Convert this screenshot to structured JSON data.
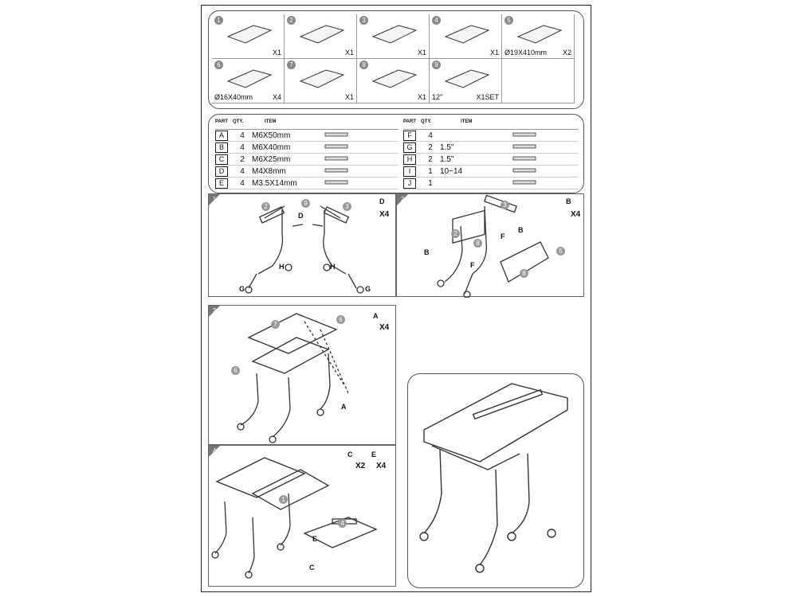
{
  "parts": [
    {
      "num": "1",
      "qty": "X1",
      "dim": ""
    },
    {
      "num": "2",
      "qty": "X1",
      "dim": ""
    },
    {
      "num": "3",
      "qty": "X1",
      "dim": ""
    },
    {
      "num": "4",
      "qty": "X1",
      "dim": ""
    },
    {
      "num": "5",
      "qty": "X2",
      "dim": "Ø19X410mm"
    },
    {
      "num": "6",
      "qty": "X4",
      "dim": "Ø16X40mm"
    },
    {
      "num": "7",
      "qty": "X1",
      "dim": ""
    },
    {
      "num": "8",
      "qty": "X1",
      "dim": ""
    },
    {
      "num": "9",
      "qty": "X1SET",
      "dim": "12\""
    }
  ],
  "hardware_headers": {
    "part": "PART",
    "qty": "QTY.",
    "item": "ITEM"
  },
  "hardware_left": [
    {
      "part": "A",
      "qty": "4",
      "item": "M6X50mm"
    },
    {
      "part": "B",
      "qty": "4",
      "item": "M6X40mm"
    },
    {
      "part": "C",
      "qty": "2",
      "item": "M6X25mm"
    },
    {
      "part": "D",
      "qty": "4",
      "item": "M4X8mm"
    },
    {
      "part": "E",
      "qty": "4",
      "item": "M3.5X14mm"
    }
  ],
  "hardware_right": [
    {
      "part": "F",
      "qty": "4",
      "item": ""
    },
    {
      "part": "G",
      "qty": "2",
      "item": "1.5\""
    },
    {
      "part": "H",
      "qty": "2",
      "item": "1.5\""
    },
    {
      "part": "I",
      "qty": "1",
      "item": "10~14"
    },
    {
      "part": "J",
      "qty": "1",
      "item": ""
    }
  ],
  "steps": {
    "s1": {
      "num": "1",
      "qty": "X4",
      "labels": {
        "d": "D",
        "d2": "D",
        "h1": "H",
        "h2": "H",
        "g1": "G",
        "g2": "G",
        "c9": "9",
        "c2": "2",
        "c3": "3"
      }
    },
    "s2": {
      "num": "2",
      "qty": "X4",
      "labels": {
        "b": "B",
        "b2": "B",
        "b3": "B",
        "f": "F",
        "f2": "F",
        "c2": "2",
        "c3": "3",
        "c8": "8",
        "c8b": "8",
        "c5": "5"
      }
    },
    "s3": {
      "num": "3",
      "qty": "X4",
      "labels": {
        "a": "A",
        "a2": "A",
        "c7": "7",
        "c6": "6",
        "c6b": "6"
      }
    },
    "s4": {
      "num": "4",
      "qty_c": "X2",
      "qty_e": "X4",
      "labels": {
        "c": "C",
        "c2": "C",
        "e": "E",
        "e2": "E",
        "c1": "1",
        "c4": "4"
      }
    }
  }
}
